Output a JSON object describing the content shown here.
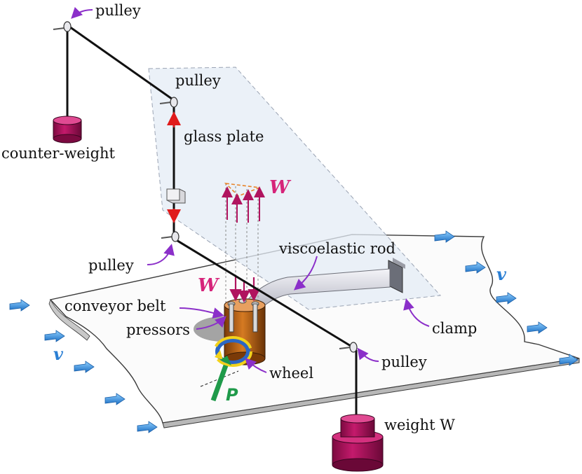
{
  "labels": {
    "pulley_top": "pulley",
    "pulley_mid": "pulley",
    "pulley_lower": "pulley",
    "pulley_right": "pulley",
    "counter_weight": "counter-weight",
    "glass_plate": "glass plate",
    "viscoelastic_rod": "viscoelastic rod",
    "conveyor_belt": "conveyor belt",
    "pressors": "pressors",
    "clamp": "clamp",
    "wheel": "wheel",
    "weight": "weight W",
    "load_upper": "W",
    "load_lower": "W",
    "velocity_left": "v",
    "velocity_right": "v",
    "force": "P"
  },
  "colors": {
    "cable": "#111111",
    "weight_magenta": "#b0145f",
    "label_magenta": "#d6247a",
    "velocity_blue": "#2a7fd4",
    "flow_arrow": "#3d9de0",
    "force_green": "#1f9a4a",
    "wheel_orange": "#c96a1a",
    "wheel_yellow": "#f2d21b",
    "wheel_blue": "#2b66c4",
    "purple_leader": "#8b2fc9",
    "red_arrow": "#e01b1b",
    "glass": "#e4ecf6"
  },
  "icons": {
    "flow": "chevron-right-arrow-icon",
    "pulley": "pulley-icon"
  }
}
